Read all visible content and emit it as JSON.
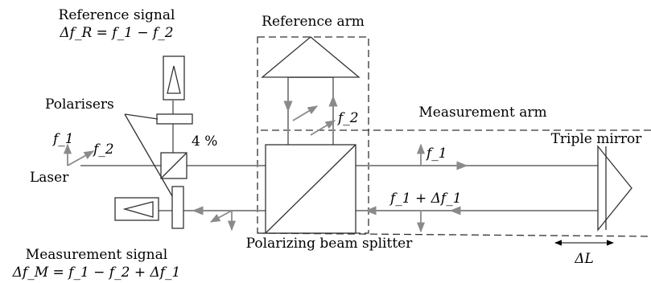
{
  "labels": {
    "reference_signal": "Reference signal",
    "reference_eq": "Δf_R = f_1 − f_2",
    "reference_arm": "Reference arm",
    "measurement_arm": "Measurement arm",
    "polarisers": "Polarisers",
    "laser": "Laser",
    "percent": "4 %",
    "triple_mirror": "Triple mirror",
    "pbs": "Polarizing beam splitter",
    "measurement_signal": "Measurement signal",
    "measurement_eq": "Δf_M = f_1 − f_2 + Δf_1",
    "f1_in": "f_1",
    "f2_in": "f_2",
    "f2_ref": "f_2",
    "f1_out": "f_1",
    "f1_return": "f_1 + Δf_1",
    "delta_L": "ΔL"
  },
  "colors": {
    "beam": "#8a8a8a",
    "outline": "#333333",
    "text": "#000000"
  }
}
